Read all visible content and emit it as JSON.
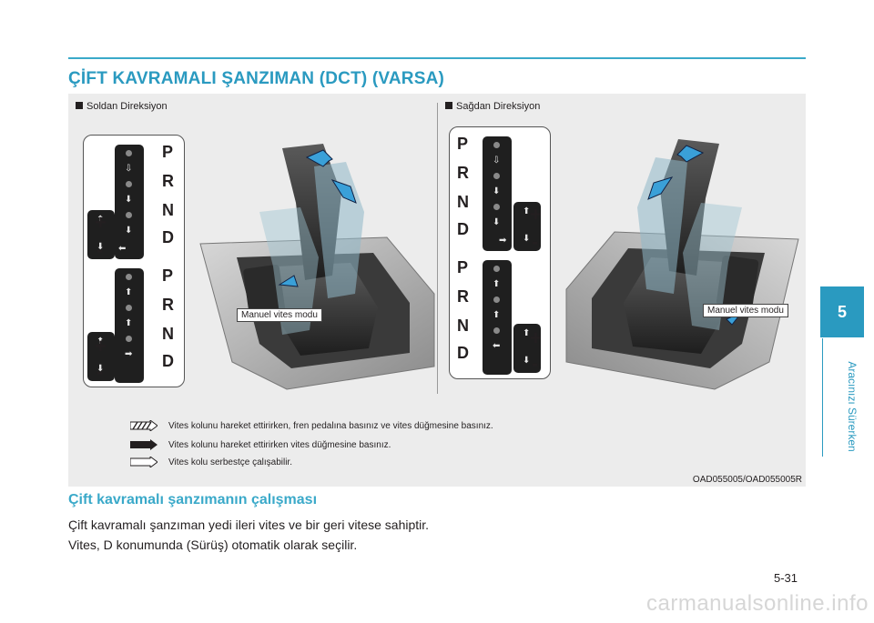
{
  "title": "ÇİFT KAVRAMALI ŞANZIMAN (DCT) (VARSA)",
  "figure": {
    "left_label": "Soldan Direksiyon",
    "right_label": "Sağdan Direksiyon",
    "gear_letters": [
      "P",
      "R",
      "N",
      "D"
    ],
    "plus": "+",
    "minus": "-",
    "callout_left": "Manuel vites modu",
    "callout_right": "Manuel vites modu",
    "legend": [
      "Vites kolunu hareket ettirirken, fren pedalına basınız ve vites düğmesine basınız.",
      "Vites kolunu hareket ettirirken vites düğmesine basınız.",
      "Vites kolu serbestçe çalışabilir."
    ],
    "code": "OAD055005/OAD055005R"
  },
  "subtitle": "Çift kavramalı şanzımanın çalışması",
  "paragraphs": [
    "Çift kavramalı şanzıman yedi ileri vites ve bir geri vitese sahiptir.",
    "Vites, D konumunda (Sürüş) otomatik olarak seçilir."
  ],
  "chapter_tab": {
    "number": "5",
    "label": "Aracınızı Sürerken"
  },
  "page_number": "5-31",
  "watermark": "carmanualsonline.info",
  "colors": {
    "accent": "#2a9ac0",
    "figure_bg": "#ececec"
  }
}
